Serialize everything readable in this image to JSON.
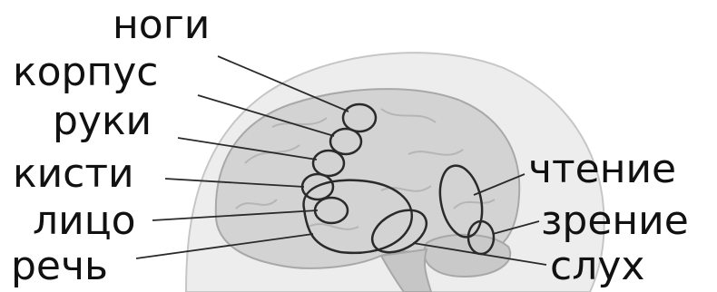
{
  "labels": {
    "legs": "ноги",
    "torso": "корпус",
    "arms": "руки",
    "hands": "кисти",
    "face": "лицо",
    "speech": "речь",
    "reading": "чтение",
    "vision": "зрение",
    "hearing": "слух"
  },
  "colors": {
    "head_fill": "#ededed",
    "brain_fill": "#d3d3d3",
    "outline": "#2a2a2a",
    "text": "#111111"
  }
}
